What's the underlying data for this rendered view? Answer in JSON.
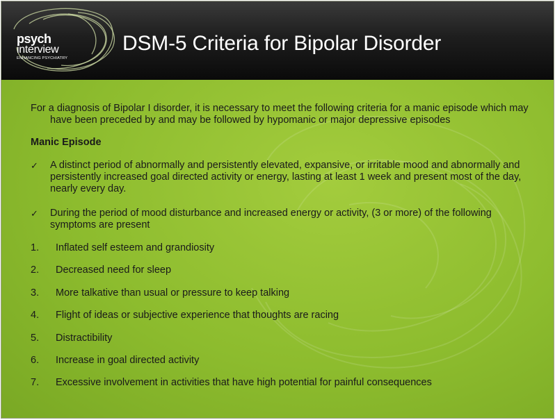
{
  "header": {
    "logo": {
      "top": "psych",
      "middle": "interview",
      "tagline": "ENHANCING PSYCHIATRY"
    },
    "title": "DSM-5 Criteria for Bipolar Disorder"
  },
  "content": {
    "intro": "For a diagnosis of Bipolar I disorder, it is necessary to meet the following criteria for a manic episode which may have been preceded by and may be followed by hypomanic or major depressive episodes",
    "section_heading": "Manic Episode",
    "check_icon": "checkmark-icon",
    "checks": [
      {
        "mark": "✓",
        "text": "A distinct period of abnormally and persistently elevated, expansive, or irritable mood and abnormally and persistently increased goal directed activity or energy, lasting at least 1 week and present most of the day, nearly every day."
      },
      {
        "mark": "✓",
        "text": "During the period of mood disturbance and increased energy or activity, (3 or more) of the following symptoms are present"
      }
    ],
    "symptoms": [
      {
        "num": "1.",
        "text": "Inflated self esteem and grandiosity"
      },
      {
        "num": "2.",
        "text": "Decreased need for sleep"
      },
      {
        "num": "3.",
        "text": "More talkative than usual or pressure to keep talking"
      },
      {
        "num": "4.",
        "text": "Flight of ideas or subjective experience that thoughts are racing"
      },
      {
        "num": "5.",
        "text": "Distractibility"
      },
      {
        "num": "6.",
        "text": "Increase in goal directed activity"
      },
      {
        "num": "7.",
        "text": "Excessive involvement in activities that have high potential for painful consequences"
      }
    ]
  },
  "colors": {
    "header_dark": "#1e1e1e",
    "body_green": "#8dbc2e",
    "logo_swirl": "#c8d6a0",
    "text": "#1a1a1a"
  }
}
